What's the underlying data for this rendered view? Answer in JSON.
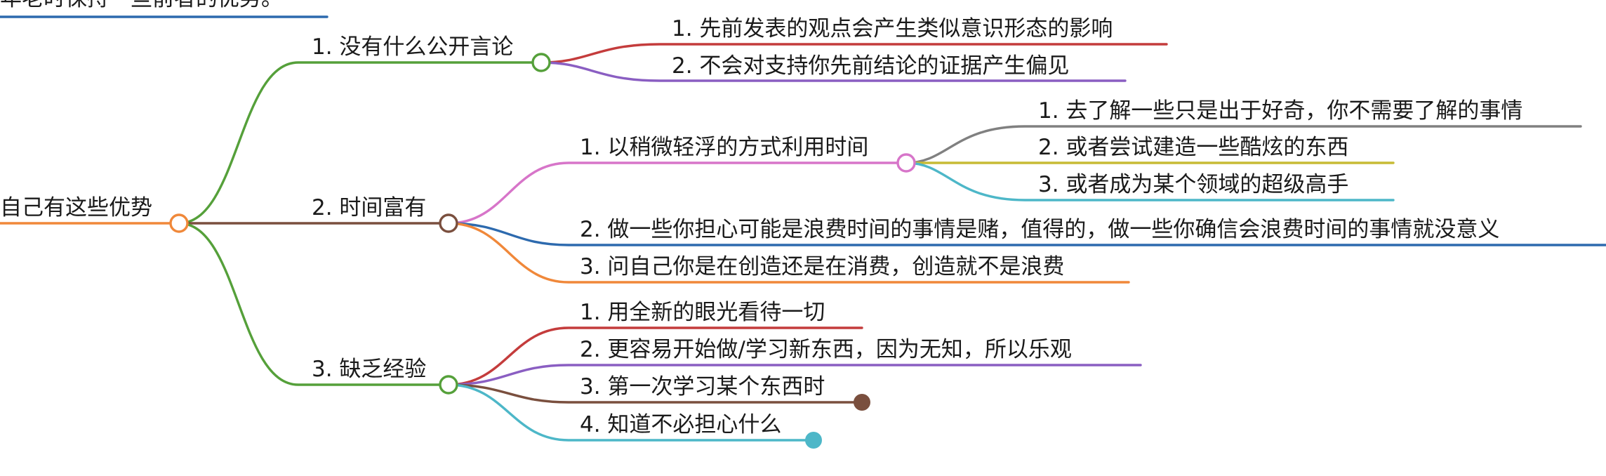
{
  "header_text": "年老时保持一些前者的优势。",
  "root": "自己有这些优势",
  "branches": [
    {
      "label": "1. 没有什么公开言论",
      "children": [
        "1. 先前发表的观点会产生类似意识形态的影响",
        "2. 不会对支持你先前结论的证据产生偏见"
      ]
    },
    {
      "label": "2. 时间富有",
      "children": [
        "1. 以稍微轻浮的方式利用时间",
        "2. 做一些你担心可能是浪费时间的事情是赌，值得的，做一些你确信会浪费时间的事情就没意义",
        "3. 问自己你是在创造还是在消费，创造就不是浪费"
      ],
      "grandchildren": [
        "1. 去了解一些只是出于好奇，你不需要了解的事情",
        "2. 或者尝试建造一些酷炫的东西",
        "3. 或者成为某个领域的超级高手"
      ]
    },
    {
      "label": "3. 缺乏经验",
      "children": [
        "1. 用全新的眼光看待一切",
        "2. 更容易开始做/学习新东西，因为无知，所以乐观",
        "3. 第一次学习某个东西时",
        "4. 知道不必担心什么"
      ]
    }
  ],
  "colors": {
    "root": "#f0883a",
    "branch_green": "#55a03a",
    "time_brown": "#7a4f3e",
    "red": "#c43c3c",
    "purple": "#8a5ec2",
    "pink": "#d775c9",
    "blue": "#2d6aae",
    "orange": "#f0883a",
    "gray": "#808080",
    "olive": "#c7bb35",
    "teal": "#4db7c8"
  }
}
